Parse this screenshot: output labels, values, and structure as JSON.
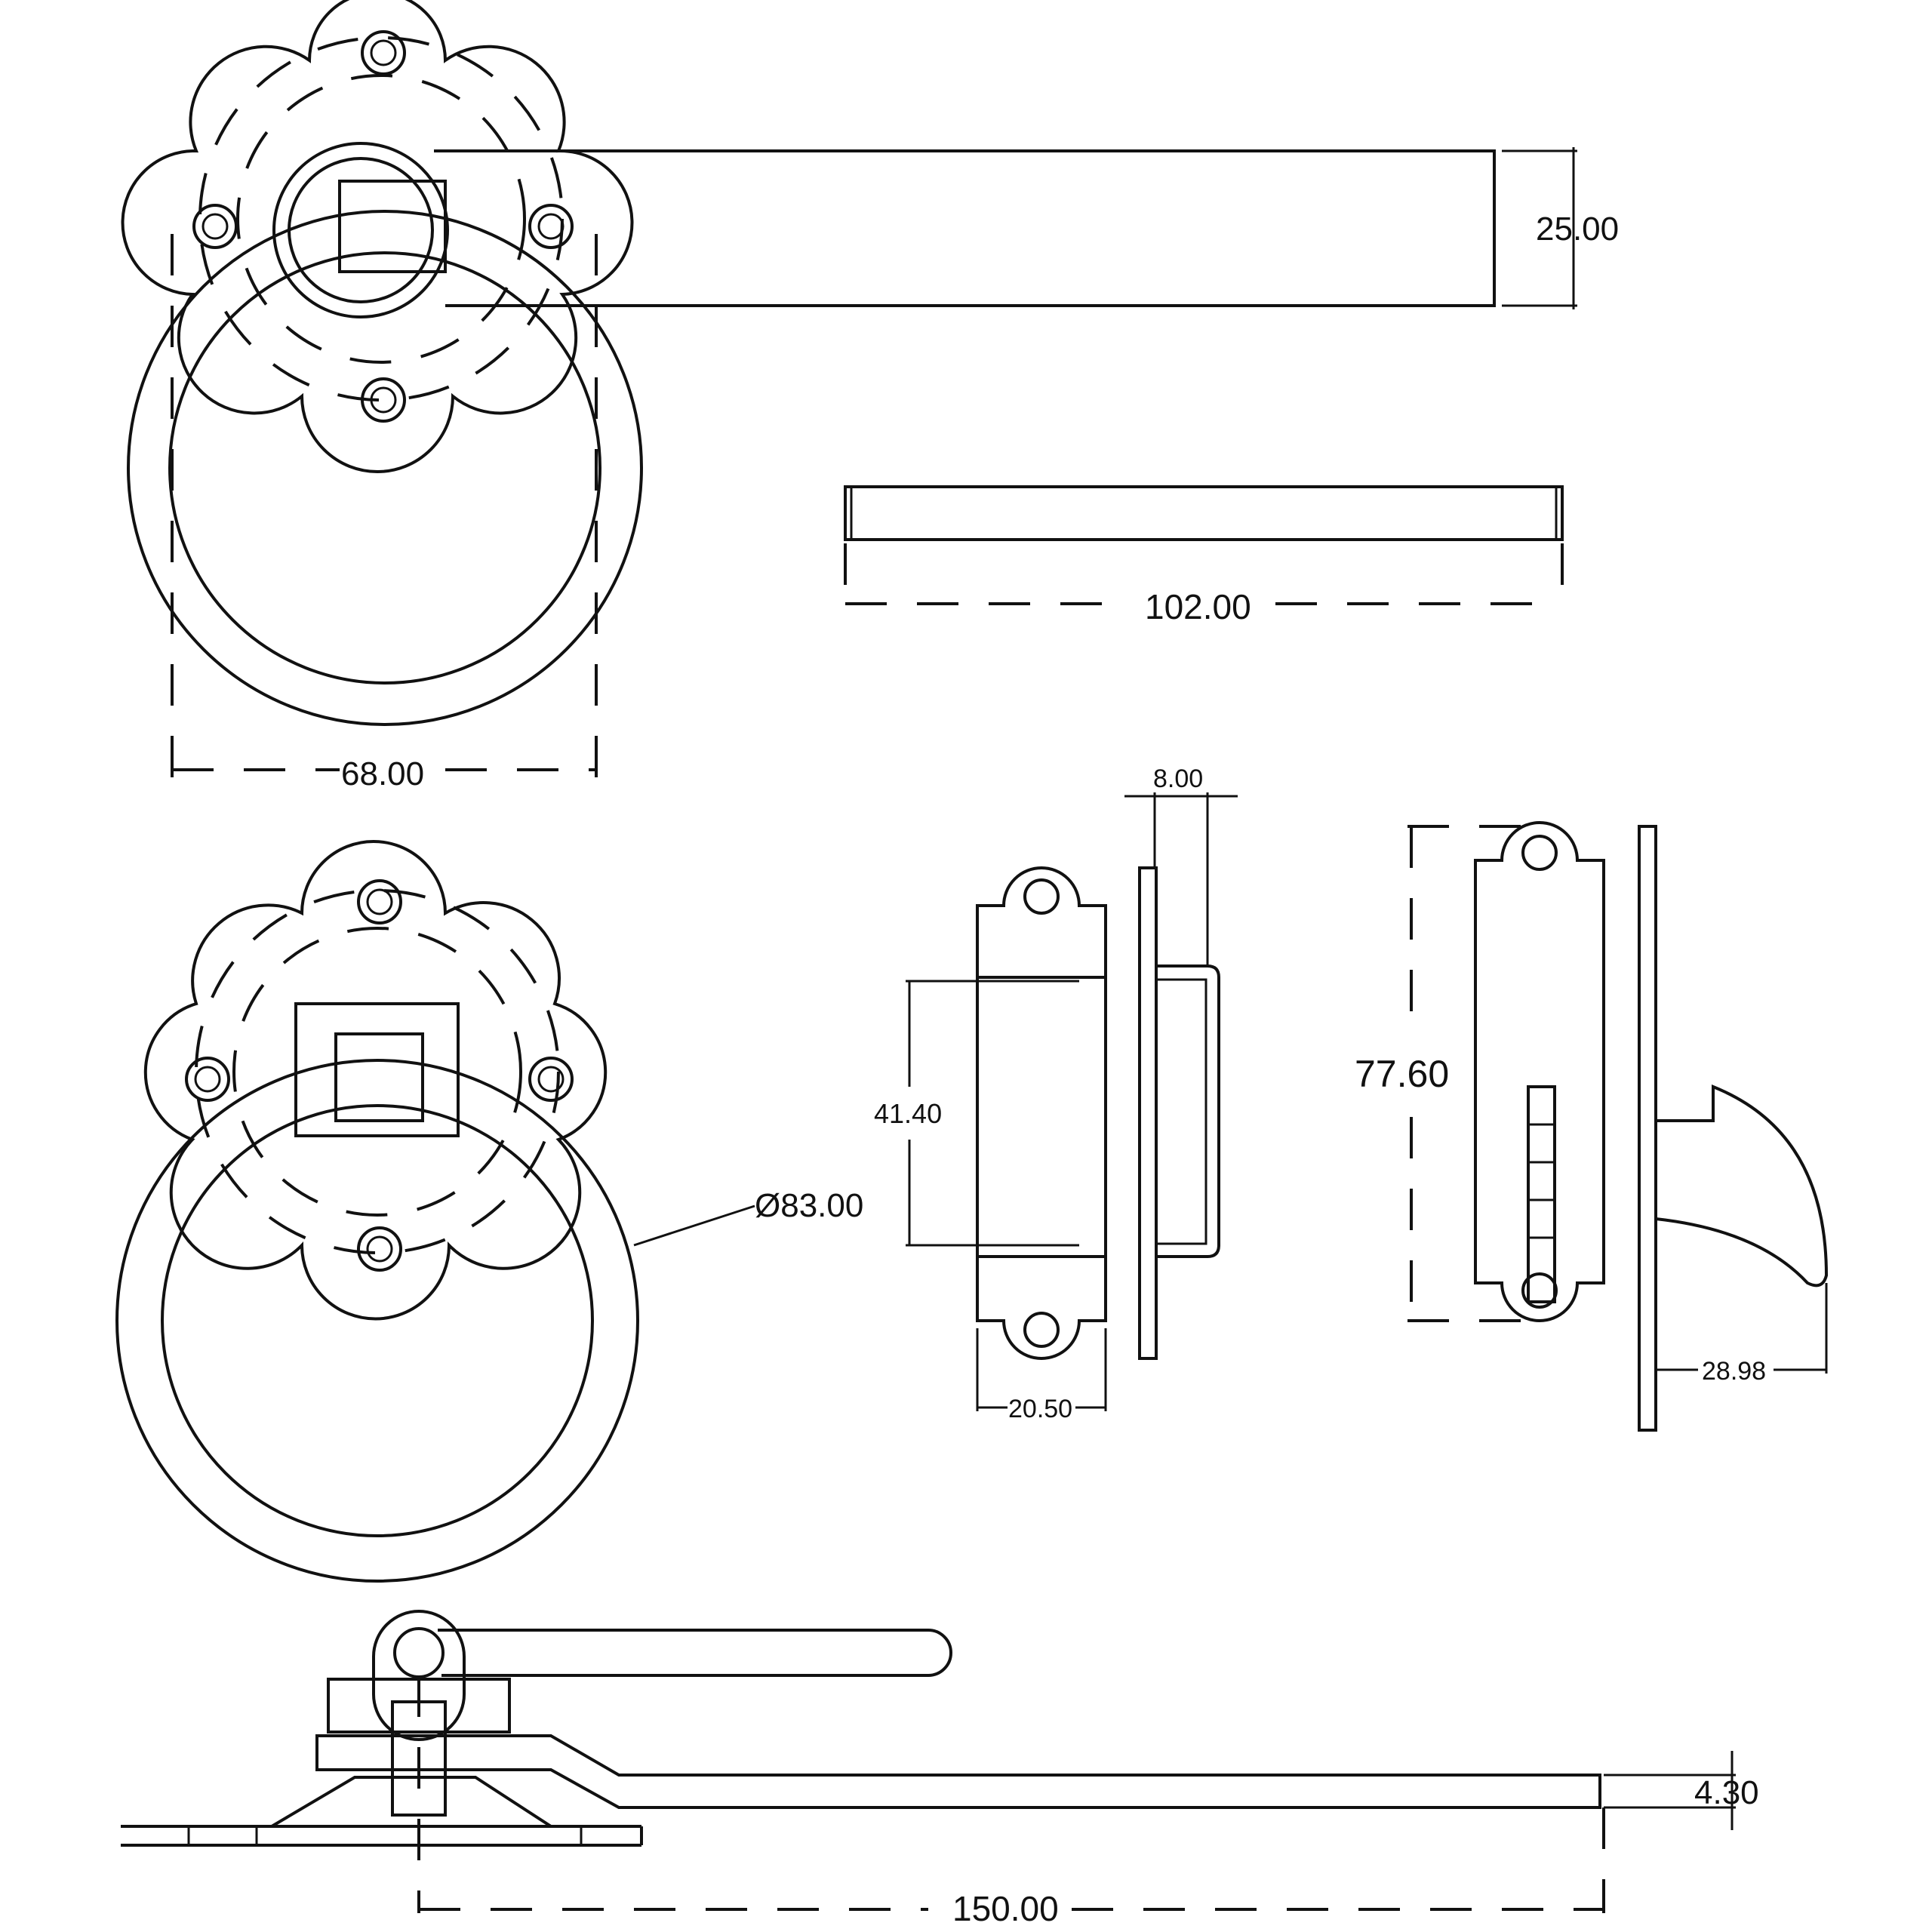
{
  "dimensions": {
    "handle_height": "25.00",
    "spindle_length": "102.00",
    "rose_width": "68.00",
    "staple_depth": "8.00",
    "keep_height": "41.40",
    "ring_diameter": "Ø83.00",
    "keep_width": "20.50",
    "latch_plate_height": "77.60",
    "catch_projection": "28.98",
    "bar_thickness": "4.30",
    "bar_length": "150.00"
  },
  "colors": {
    "line": "#111111",
    "background": "#ffffff"
  }
}
